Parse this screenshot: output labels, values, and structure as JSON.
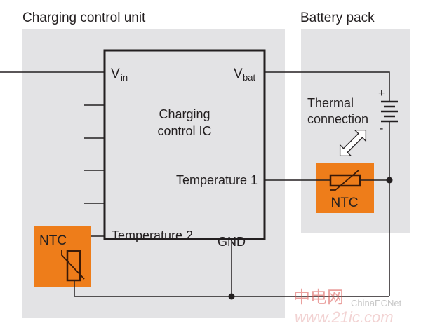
{
  "regions": {
    "charging_unit_title": "Charging control unit",
    "battery_pack_title": "Battery pack"
  },
  "ic": {
    "title_line1": "Charging",
    "title_line2": "control IC",
    "pins": {
      "vin_main": "V",
      "vin_sub": "in",
      "vbat_main": "V",
      "vbat_sub": "bat",
      "temp1": "Temperature 1",
      "temp2": "Temperature 2",
      "gnd": "GND"
    }
  },
  "battery": {
    "plus": "+",
    "minus": "-",
    "thermal_line1": "Thermal",
    "thermal_line2": "connection"
  },
  "ntc": {
    "pack_label": "NTC",
    "unit_label": "NTC"
  },
  "watermark": {
    "cn": "中电网",
    "en": "ChinaECNet",
    "url": "www.21ic.com"
  },
  "colors": {
    "region_bg": "#e3e3e5",
    "ntc_orange": "#ee7d1a",
    "line": "#231f20",
    "watermark": "#d9534f"
  }
}
